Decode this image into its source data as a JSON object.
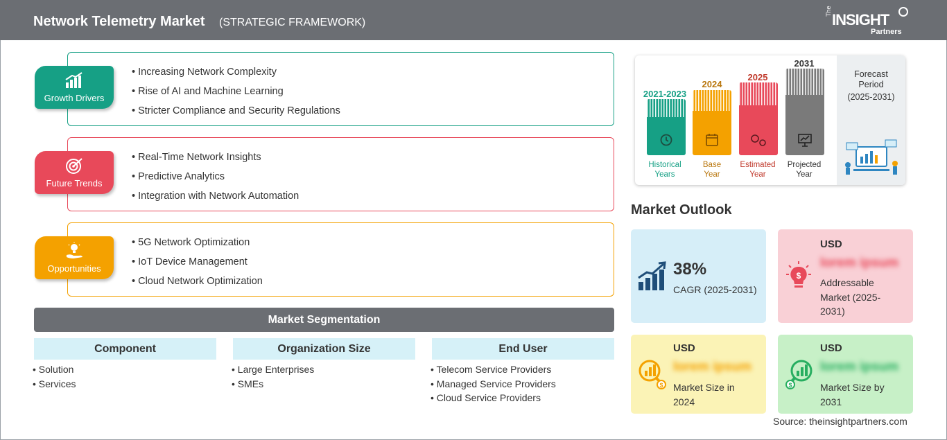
{
  "header": {
    "title": "Network Telemetry Market",
    "subtitle": "(STRATEGIC FRAMEWORK)"
  },
  "logo": {
    "the": "The",
    "insight": "INSIGHT",
    "partners": "Partners"
  },
  "framework": [
    {
      "label": "Growth Drivers",
      "color": "#16a085",
      "icon": "growth-chart-icon",
      "items": [
        "Increasing Network Complexity",
        "Rise of AI and Machine Learning",
        "Stricter Compliance and Security Regulations"
      ]
    },
    {
      "label": "Future Trends",
      "color": "#e8495a",
      "icon": "target-icon",
      "items": [
        "Real-Time Network Insights",
        "Predictive Analytics",
        "Integration with Network Automation"
      ]
    },
    {
      "label": "Opportunities",
      "color": "#f4a100",
      "icon": "idea-hand-icon",
      "items": [
        "5G Network Optimization",
        "IoT Device Management",
        "Cloud Network Optimization"
      ]
    }
  ],
  "segmentation": {
    "title": "Market Segmentation",
    "columns": [
      {
        "title": "Component",
        "items": [
          "Solution",
          "Services"
        ]
      },
      {
        "title": "Organization Size",
        "items": [
          "Large Enterprises",
          "SMEs"
        ]
      },
      {
        "title": "End User",
        "items": [
          "Telecom Service Providers",
          "Managed Service Providers",
          "Cloud Service Providers"
        ]
      }
    ]
  },
  "timeline": {
    "periods": [
      {
        "year": "2021-2023",
        "caption": [
          "Historical",
          "Years"
        ],
        "color": "#16a085",
        "icon": "history-icon"
      },
      {
        "year": "2024",
        "caption": [
          "Base",
          "Year"
        ],
        "color": "#f4a100",
        "icon": "calendar-icon"
      },
      {
        "year": "2025",
        "caption": [
          "Estimated",
          "Year"
        ],
        "color": "#e8495a",
        "icon": "gears-icon"
      },
      {
        "year": "2031",
        "caption": [
          "Projected",
          "Year"
        ],
        "color": "#7a7a7a",
        "icon": "presentation-icon"
      }
    ],
    "forecast": [
      "Forecast",
      "Period",
      "(2025-2031)"
    ]
  },
  "outlook": {
    "title": "Market Outlook",
    "cagr": {
      "value": "38%",
      "label": "CAGR (2025-2031)",
      "bg": "#d6eef8"
    },
    "addressable": {
      "currency": "USD",
      "value": "lorem ipsum",
      "label": [
        "Addressable",
        "Market (2025-",
        "2031)"
      ],
      "bg": "#f9d0d6"
    },
    "size2024": {
      "currency": "USD",
      "value": "lorem ipsum",
      "label": [
        "Market Size in",
        "2024"
      ],
      "bg": "#fbf3b6"
    },
    "size2031": {
      "currency": "USD",
      "value": "lorem ipsum",
      "label": [
        "Market Size by",
        "2031"
      ],
      "bg": "#c7f0c7"
    }
  },
  "source": "Source: theinsightpartners.com"
}
